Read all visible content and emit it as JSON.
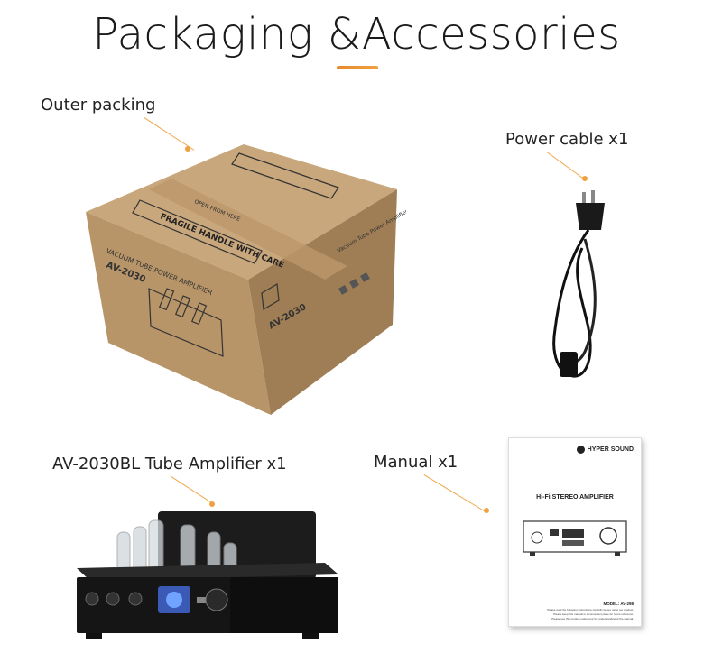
{
  "page": {
    "title": "Packaging &Accessories",
    "accent_color": "#f0a040"
  },
  "items": [
    {
      "label": "Outer packing"
    },
    {
      "label": "Power cable x1"
    },
    {
      "label": "AV-2030BL Tube Amplifier x1"
    },
    {
      "label": "Manual x1"
    }
  ],
  "box": {
    "top_tape_text": "FRAGILE HANDLE WITH CARE",
    "open_text": "OPEN FROM HERE",
    "side_line1": "VACUUM TUBE POWER AMPLIFIER",
    "side_line2": "AV-2030",
    "front_model": "AV-2030",
    "right_tape": "Vacuum Tube Power Amplifier"
  },
  "manual": {
    "brand": "HYPER SOUND",
    "heading": "Hi-Fi STEREO AMPLIFIER",
    "model": "MODEL: AV-298",
    "note1": "Please read the following instructions carefully before using our product.",
    "note2": "Please keep this manual in a convenient place for future reference.",
    "note3": "Please use this product under your full understanding of the manual."
  }
}
